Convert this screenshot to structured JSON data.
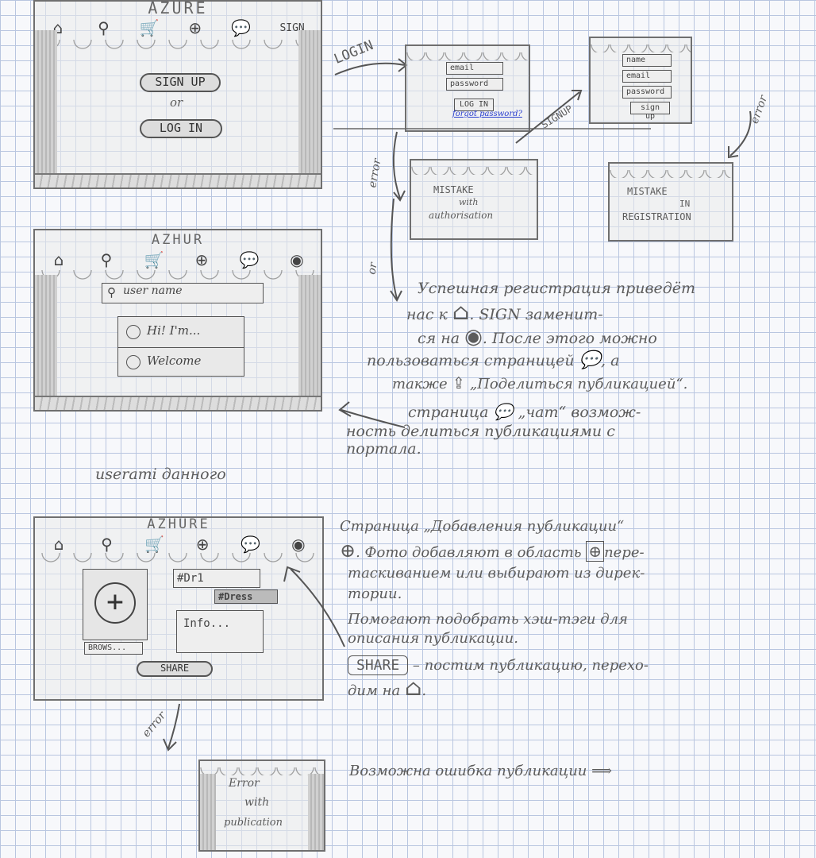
{
  "screen1": {
    "brand": "AZURE",
    "sign": "SIGN",
    "signup": "SIGN UP",
    "or": "or",
    "login": "LOG IN"
  },
  "login_screen": {
    "email": "email",
    "password": "password",
    "button": "LOG IN",
    "forgot": "forgot password?"
  },
  "signup_screen": {
    "name": "name",
    "email": "email",
    "password": "password",
    "button": "sign up"
  },
  "arrows": {
    "login": "LOGIN",
    "signup": "SIGNUP",
    "error1": "error",
    "error2": "error",
    "error3": "error",
    "or": "or"
  },
  "error_auth": {
    "line1": "MISTAKE",
    "line2": "with",
    "line3": "authorisation"
  },
  "error_reg": {
    "line1": "MISTAKE",
    "line2": "IN",
    "line3": "REGISTRATION"
  },
  "screen2": {
    "brand": "AZHUR",
    "search": "user name",
    "item1": "Hi! I'm...",
    "item2": "Welcome",
    "caption": "userami данного"
  },
  "screen3": {
    "brand": "AZHURE",
    "tag1": "#Dr1",
    "tag2": "#Dress",
    "info": "Info...",
    "browse": "BROWS...",
    "share": "SHARE"
  },
  "error_pub": {
    "line1": "Error",
    "line2": "with",
    "line3": "publication"
  },
  "notes": {
    "n1_l1": "Успешная регистрация приведёт",
    "n1_l2": "нас к",
    "n1_l2b": ". SIGN заменит-",
    "n1_l3": "ся на",
    "n1_l3b": ". После этого можно",
    "n1_l4": "пользоваться страницей",
    "n1_l4b": ", а",
    "n1_l5": "также",
    "n1_l5b": "„Поделиться публикацией“.",
    "n1_l6": "страница",
    "n1_l6b": "„чат“ возмож-",
    "n1_l7": "ность делиться публикациями с",
    "n1_l8": "портала.",
    "n2_l1": "Страница „Добавления публикации“",
    "n2_l2": ". Фото добавляют в область",
    "n2_l2b": "пере-",
    "n2_l3": "таскиванием или выбирают из дирек-",
    "n2_l4": "тории.",
    "n2_l5": "Помогают подобрать хэш-тэги для",
    "n2_l6": "описания публикации.",
    "n2_share": "SHARE",
    "n2_l7": "– постим публикацию, перехо-",
    "n2_l8": "дим на",
    "n3": "Возможна ошибка публикации ⟹"
  }
}
